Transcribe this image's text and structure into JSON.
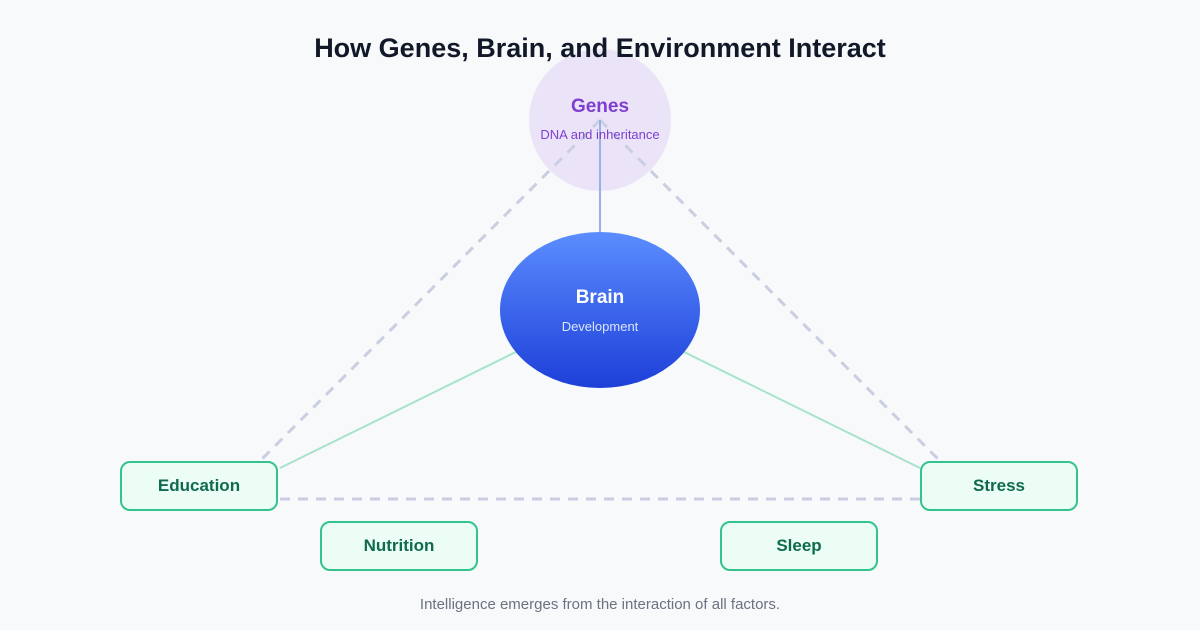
{
  "title": "How Genes, Brain, and Environment Interact",
  "genes": {
    "label": "Genes",
    "sublabel": "DNA and inheritance"
  },
  "brain": {
    "label": "Brain",
    "sublabel": "Development"
  },
  "factors": {
    "education": "Education",
    "stress": "Stress",
    "nutrition": "Nutrition",
    "sleep": "Sleep"
  },
  "caption": "Intelligence emerges from the interaction of all factors.",
  "colors": {
    "genes_fill": "#ebe4f8",
    "genes_text": "#7e3fd1",
    "brain_top": "#5b8dff",
    "brain_bottom": "#1d3fd8",
    "factor_border": "#34c38f",
    "factor_fill": "#ecfdf5",
    "factor_text": "#0f6b4f",
    "dashed_line": "#c9cfe0",
    "genes_brain_link": "#9ab0e8",
    "brain_factor_link": "#a7e3cc"
  }
}
